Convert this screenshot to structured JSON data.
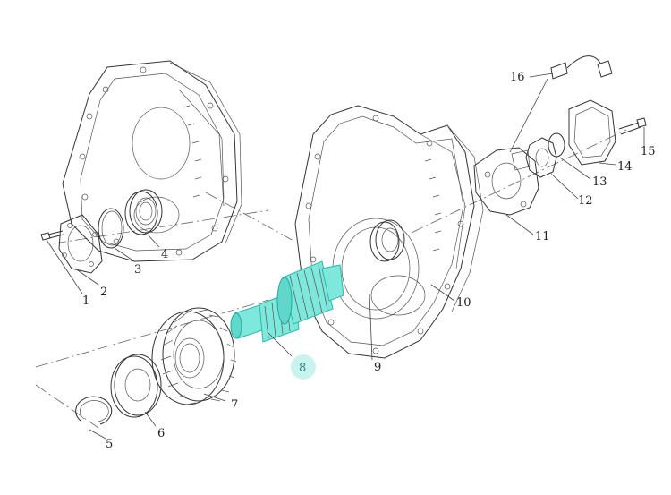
{
  "diagram": {
    "part_numbers": [
      "1",
      "2",
      "3",
      "4",
      "5",
      "6",
      "7",
      "8",
      "9",
      "10",
      "11",
      "12",
      "13",
      "14",
      "15",
      "16"
    ],
    "highlighted_part": "8",
    "colors": {
      "highlight": "#7fe8dc",
      "highlight_stroke": "#2bb7a9",
      "line": "#333333"
    }
  }
}
